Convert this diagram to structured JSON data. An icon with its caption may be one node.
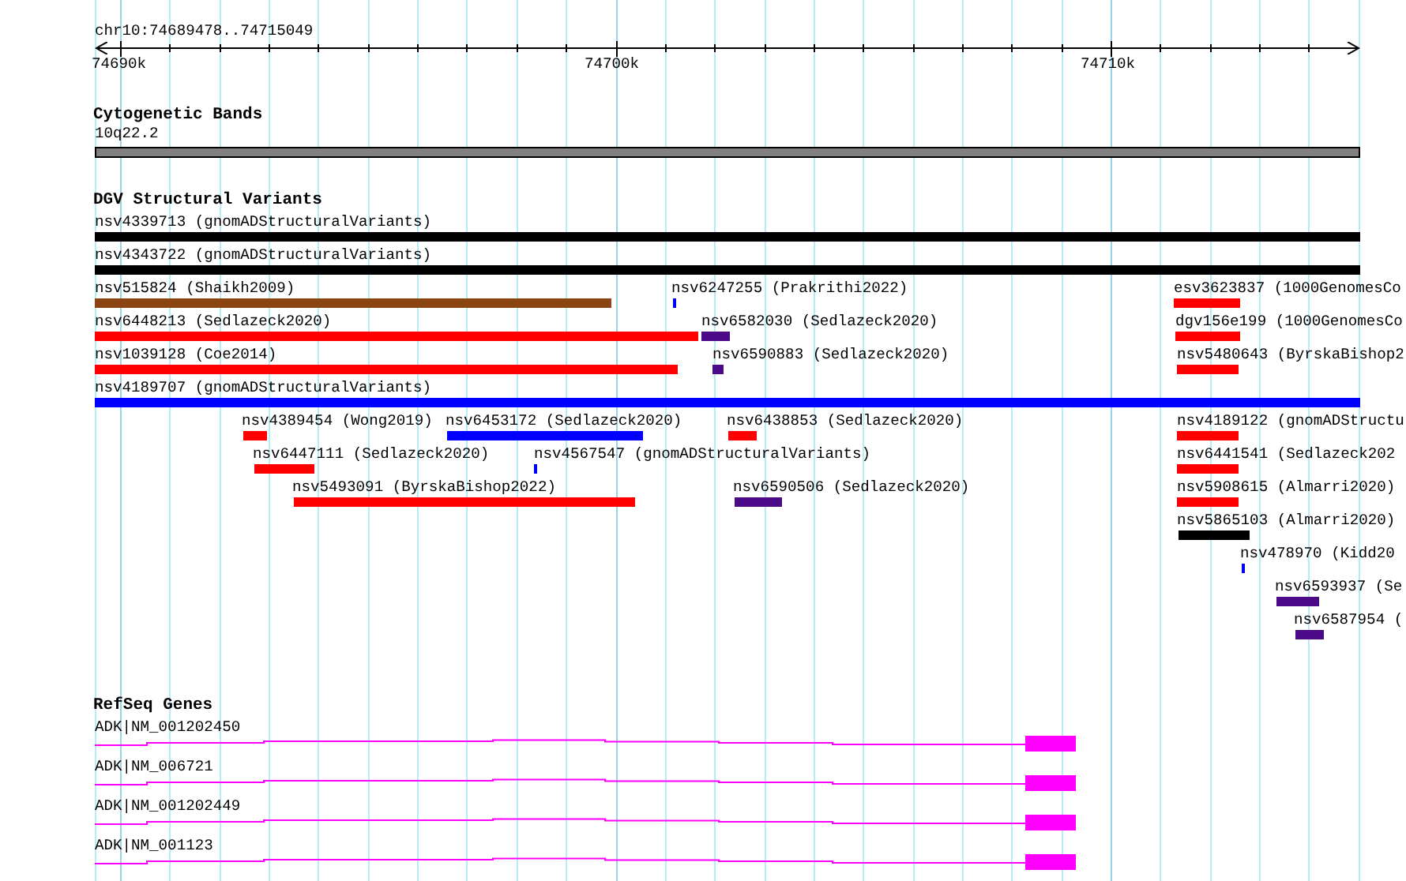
{
  "diagram": {
    "nodes": [
      {
        "text": [
          "10q22.2"
        ]
      },
      {
        "text": [
          "nsv4339713 (gnomADStructuralVariants)"
        ]
      },
      {
        "text": [
          "nsv4343722 (gnomADStructuralVariants)"
        ]
      },
      {
        "text": [
          "nsv515824 (Shaikh2009)"
        ]
      },
      {
        "text": [
          "nsv6247255 (Prakrithi2022)"
        ]
      },
      {
        "text": [
          "esv3623837 (1000GenomesCo"
        ]
      },
      {
        "text": [
          "nsv6448213 (Sedlazeck2020)"
        ]
      },
      {
        "text": [
          "nsv6582030 (Sedlazeck2020)"
        ]
      },
      {
        "text": [
          "dgv156e199 (1000GenomesCo"
        ]
      },
      {
        "text": [
          "nsv1039128 (Coe2014)"
        ]
      },
      {
        "text": [
          "nsv6590883 (Sedlazeck2020)"
        ]
      },
      {
        "text": [
          "nsv5480643 (ByrskaBishop2"
        ]
      },
      {
        "text": [
          "nsv4189707 (gnomADStructuralVariants)"
        ]
      },
      {
        "text": [
          "nsv4389454 (Wong2019)"
        ]
      },
      {
        "text": [
          "nsv6453172 (Sedlazeck2020)"
        ]
      },
      {
        "text": [
          "nsv6438853 (Sedlazeck2020)"
        ]
      },
      {
        "text": [
          "nsv4189122 (gnomADStructu"
        ]
      },
      {
        "text": [
          "nsv6447111 (Sedlazeck2020)"
        ]
      },
      {
        "text": [
          "nsv4567547 (gnomADStructuralVariants)"
        ]
      },
      {
        "text": [
          "nsv6441541 (Sedlazeck202"
        ]
      },
      {
        "text": [
          "nsv5493091 (ByrskaBishop2022)"
        ]
      },
      {
        "text": [
          "nsv6590506 (Sedlazeck2020)"
        ]
      },
      {
        "text": [
          "nsv5908615 (Almarri2020)"
        ]
      },
      {
        "text": [
          "nsv5865103 (Almarri2020)"
        ]
      },
      {
        "text": [
          "nsv478970 (Kidd20"
        ]
      },
      {
        "text": [
          "nsv6593937 (Se"
        ]
      },
      {
        "text": [
          "nsv6587954 ("
        ]
      },
      {
        "text": [
          "ADK|NM_001202450"
        ]
      },
      {
        "text": [
          "ADK|NM_006721"
        ]
      },
      {
        "text": [
          "ADK|NM_001202449"
        ]
      },
      {
        "text": [
          "ADK|NM_001123"
        ]
      }
    ],
    "labels": [
      "chr10:74689478..74715049",
      "74690k",
      "74700k",
      "74710k",
      "Cytogenetic Bands",
      "DGV Structural Variants",
      "RefSeq Genes"
    ]
  }
}
